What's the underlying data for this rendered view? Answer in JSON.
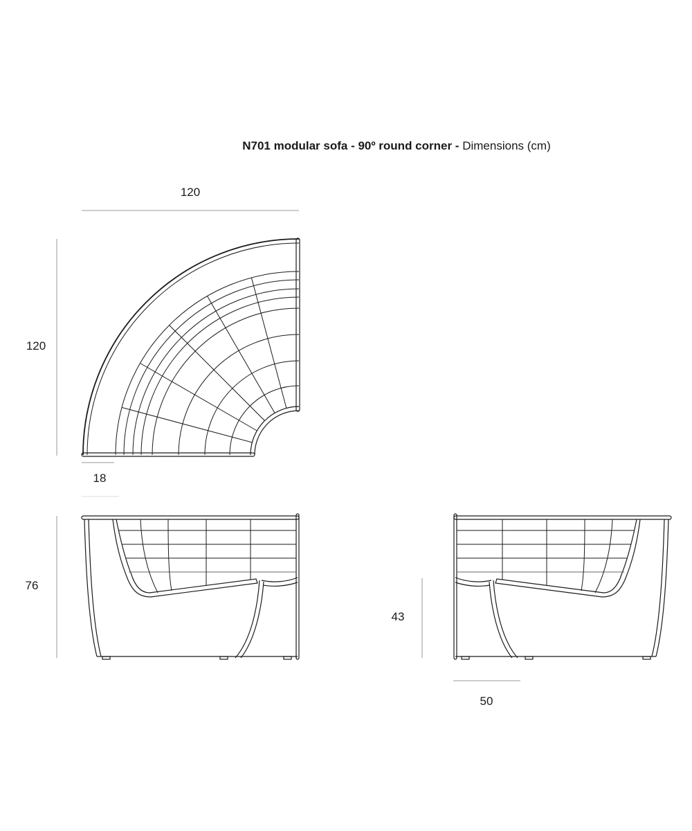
{
  "title": {
    "bold": "N701 modular sofa - 90º round corner -",
    "normal": "Dimensions (cm)"
  },
  "dimensions": {
    "top_width": "120",
    "top_depth": "120",
    "arm_width": "18",
    "total_height": "76",
    "seat_height": "43",
    "seat_depth": "50"
  },
  "colors": {
    "line": "#1a1a1a",
    "dim_line": "#999999"
  }
}
